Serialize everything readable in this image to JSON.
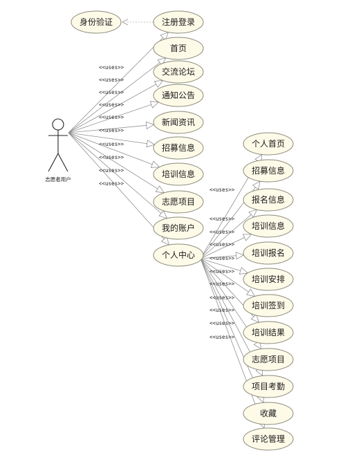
{
  "actor": {
    "label": "志愿者用户"
  },
  "auth_case": "身份验证",
  "uses_label": "<<uses>>",
  "main_cases": [
    "注册登录",
    "首页",
    "交流论坛",
    "通知公告",
    "新闻资讯",
    "招募信息",
    "培训信息",
    "志愿项目",
    "我的账户",
    "个人中心"
  ],
  "sub_cases": [
    "个人首页",
    "招募信息",
    "报名信息",
    "培训信息",
    "培训报名",
    "培训安排",
    "培训签到",
    "培训结果",
    "志愿项目",
    "项目考勤",
    "收藏",
    "评论管理"
  ]
}
